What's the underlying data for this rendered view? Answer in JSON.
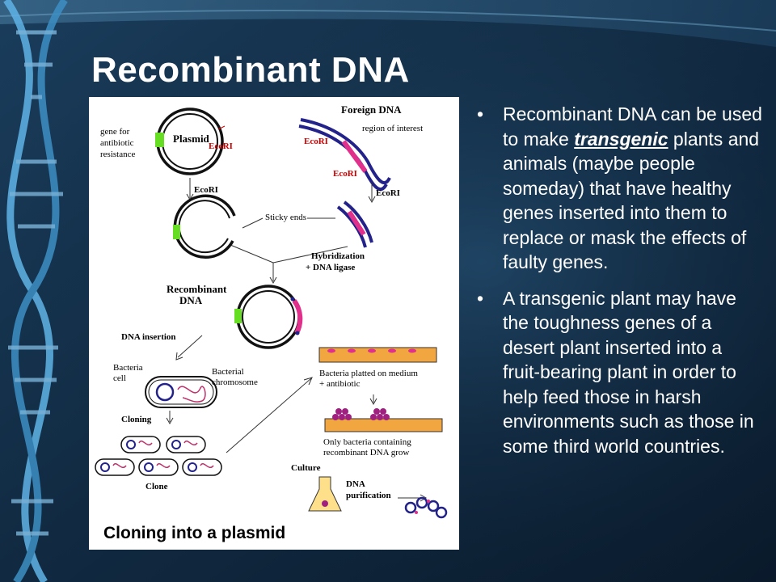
{
  "slide": {
    "title": "Recombinant DNA",
    "figure": {
      "caption": "Cloning into a plasmid",
      "labels": {
        "plasmid": "Plasmid",
        "gene_for_antibiotic": [
          "gene for",
          "antibiotic",
          "resistance"
        ],
        "ecori": "EcoRI",
        "foreign_dna": "Foreign DNA",
        "region_of_interest": "region of interest",
        "sticky_ends": "Sticky ends",
        "hybridization": [
          "Hybridization",
          "+ DNA ligase"
        ],
        "recombinant_dna": [
          "Recombinant",
          "DNA"
        ],
        "dna_insertion": "DNA insertion",
        "bacteria_cell": [
          "Bacteria",
          "cell"
        ],
        "bacterial_chromosome": [
          "Bacterial",
          "chromosome"
        ],
        "cloning": "Cloning",
        "clone": "Clone",
        "bacteria_platted": [
          "Bacteria platted on medium",
          "+ antibiotic"
        ],
        "only_bacteria": [
          "Only bacteria containing",
          "recombinant DNA grow"
        ],
        "culture": "Culture",
        "dna_purification": [
          "DNA",
          "purification"
        ]
      }
    },
    "bullets": [
      {
        "before": "Recombinant DNA can be used to make ",
        "keyword": "transgenic",
        "after": " plants and animals (maybe people someday) that have healthy genes inserted into them to replace or mask the effects of faulty genes."
      },
      {
        "before": "A transgenic plant may have the toughness genes of a desert plant inserted into a fruit-bearing plant in order to help feed those in harsh environments such as those in some third world countries.",
        "keyword": "",
        "after": ""
      }
    ],
    "bullet_symbol": "•"
  },
  "colors": {
    "background": "#0e2236",
    "strand_blue": "#22228a",
    "insert_pink": "#e0308c",
    "gene_green": "#66dd22",
    "label_red": "#cc0000",
    "medium_orange": "#f2a640"
  }
}
